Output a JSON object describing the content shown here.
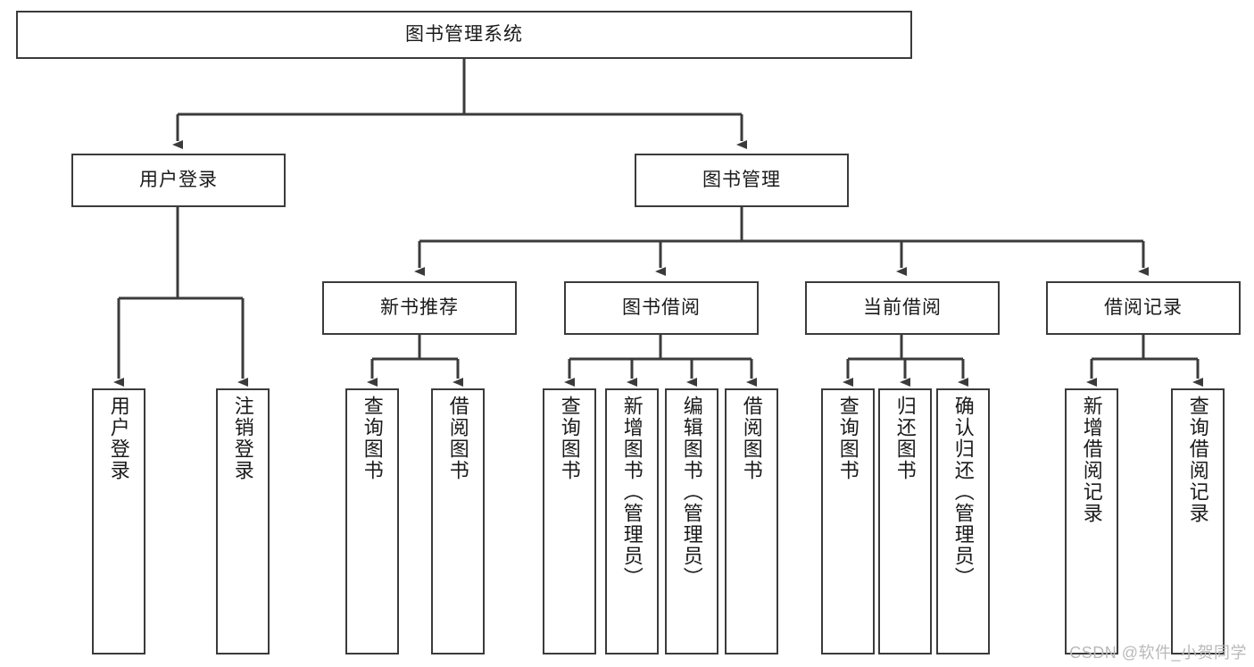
{
  "diagram": {
    "title": "图书管理系统",
    "type": "tree-hierarchy",
    "root": {
      "label": "图书管理系统"
    },
    "level1": [
      {
        "label": "用户登录"
      },
      {
        "label": "图书管理"
      }
    ],
    "level2": [
      {
        "label": "新书推荐",
        "parent": "图书管理"
      },
      {
        "label": "图书借阅",
        "parent": "图书管理"
      },
      {
        "label": "当前借阅",
        "parent": "图书管理"
      },
      {
        "label": "借阅记录",
        "parent": "图书管理"
      }
    ],
    "leaves": {
      "user_login": [
        {
          "label": "用户登录"
        },
        {
          "label": "注销登录"
        }
      ],
      "new_book_recommend": [
        {
          "label": "查询图书"
        },
        {
          "label": "借阅图书"
        }
      ],
      "book_borrow": [
        {
          "label": "查询图书"
        },
        {
          "label": "新增图书（管理员）"
        },
        {
          "label": "编辑图书（管理员）"
        },
        {
          "label": "借阅图书"
        }
      ],
      "current_borrow": [
        {
          "label": "查询图书"
        },
        {
          "label": "归还图书"
        },
        {
          "label": "确认归还（管理员）"
        }
      ],
      "borrow_records": [
        {
          "label": "新增借阅记录"
        },
        {
          "label": "查询借阅记录"
        }
      ]
    }
  },
  "watermark": {
    "text": "CSDN @软件_小贺同学"
  },
  "colors": {
    "stroke": "#3b3b3b",
    "box_fill": "#ffffff",
    "text": "#1a1a1a",
    "watermark": "#b9b9b9",
    "background": "#ffffff"
  }
}
